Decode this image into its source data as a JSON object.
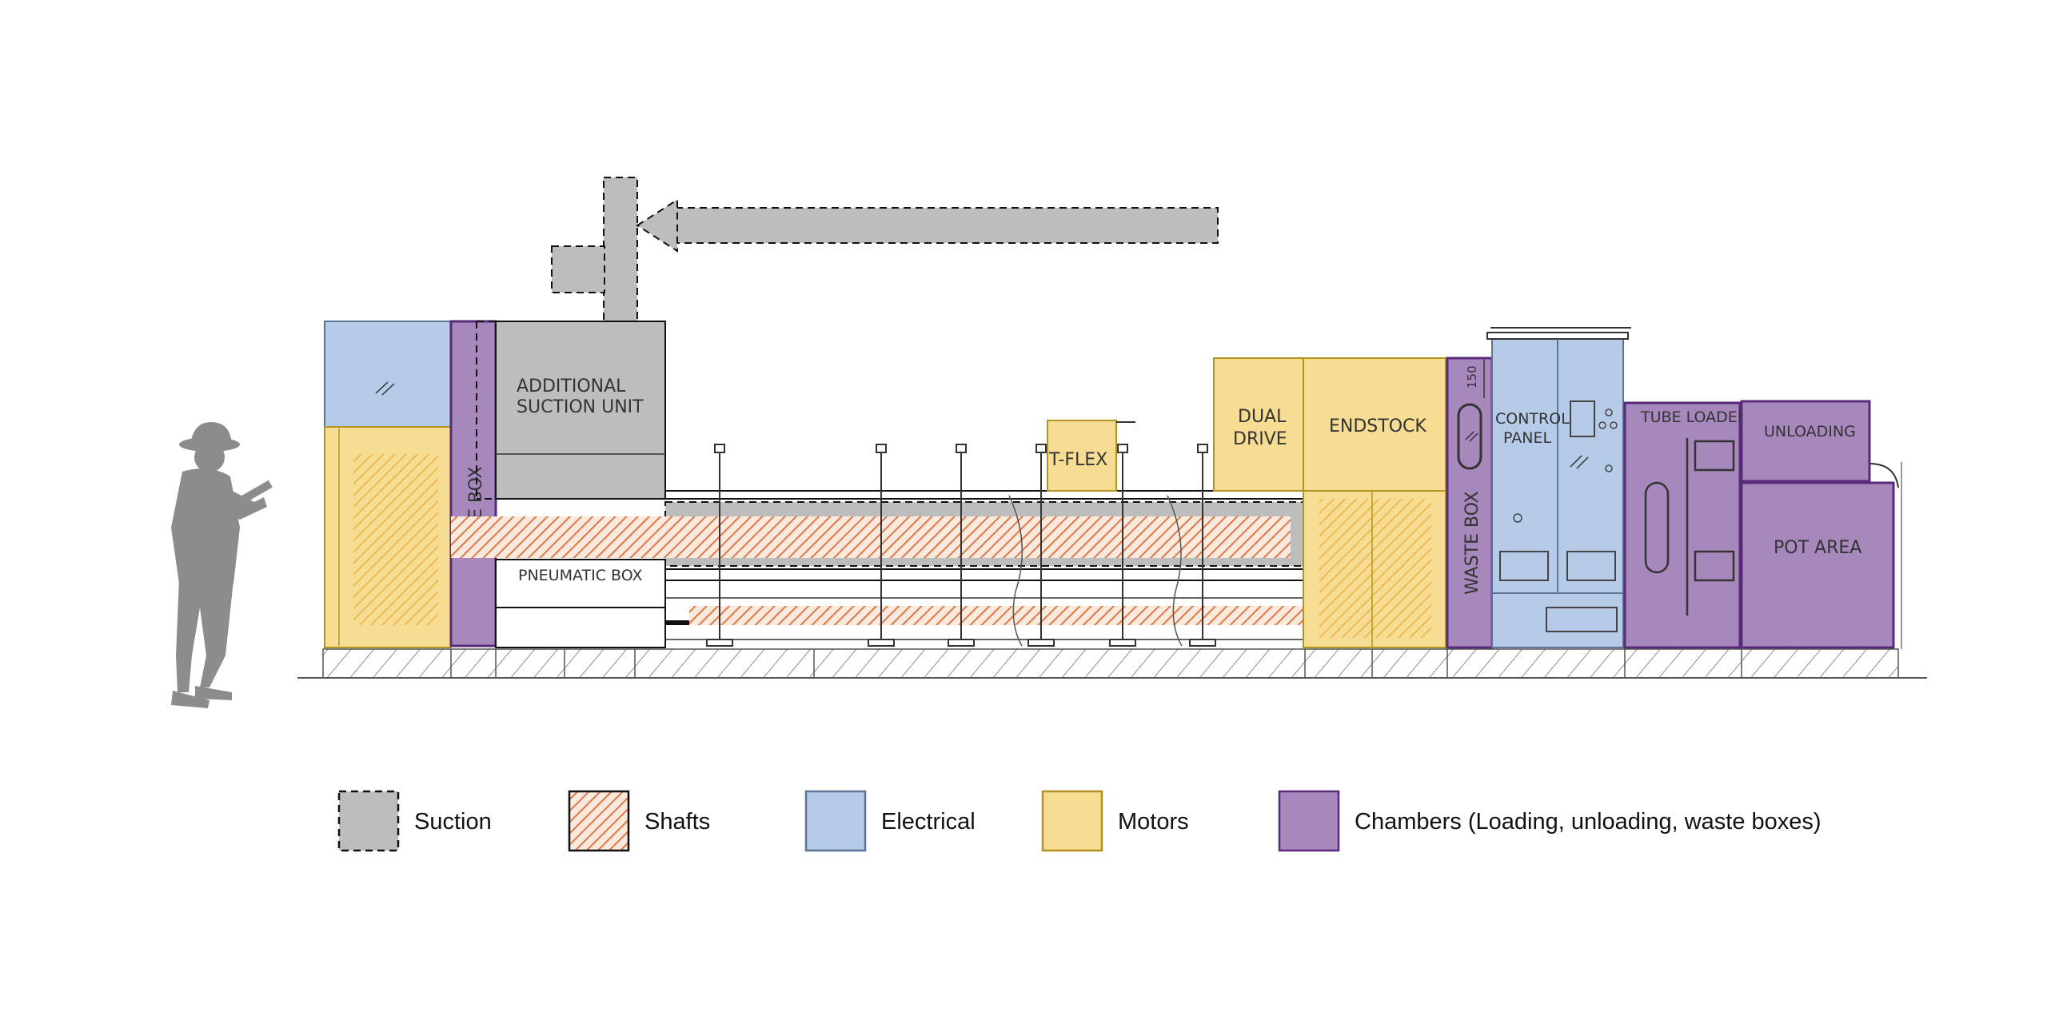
{
  "colors": {
    "suction": "#bdbdbd",
    "suction_border": "#111111",
    "shafts_stroke": "#d97a4a",
    "shafts_bg": "#fbe9dd",
    "electrical": "#b6cbe7",
    "electrical_border": "#5b7497",
    "motors": "#f6dd93",
    "motors_border": "#b3931e",
    "motors_hatch": "#eeb64a",
    "chambers": "#a788bd",
    "chambers_border": "#5a2a7a",
    "figure": "#8c8c8c"
  },
  "labels": {
    "additional_suction_line1": "ADDITIONAL",
    "additional_suction_line2": "SUCTION UNIT",
    "e_box": "E BOX",
    "pneumatic_box": "PNEUMATIC BOX",
    "t_flex": "T-FLEX",
    "dual_drive_line1": "DUAL",
    "dual_drive_line2": "DRIVE",
    "endstock": "ENDSTOCK",
    "waste_box": "WASTE BOX",
    "dim_150": "150",
    "control_panel_line1": "CONTROL",
    "control_panel_line2": "PANEL",
    "tube_loader": "TUBE LOADER",
    "unloading": "UNLOADING",
    "pot_area": "POT AREA"
  },
  "legend": [
    {
      "key": "suction",
      "label": "Suction"
    },
    {
      "key": "shafts",
      "label": "Shafts"
    },
    {
      "key": "electrical",
      "label": "Electrical"
    },
    {
      "key": "motors",
      "label": "Motors"
    },
    {
      "key": "chambers",
      "label": "Chambers (Loading, unloading, waste boxes)"
    }
  ]
}
